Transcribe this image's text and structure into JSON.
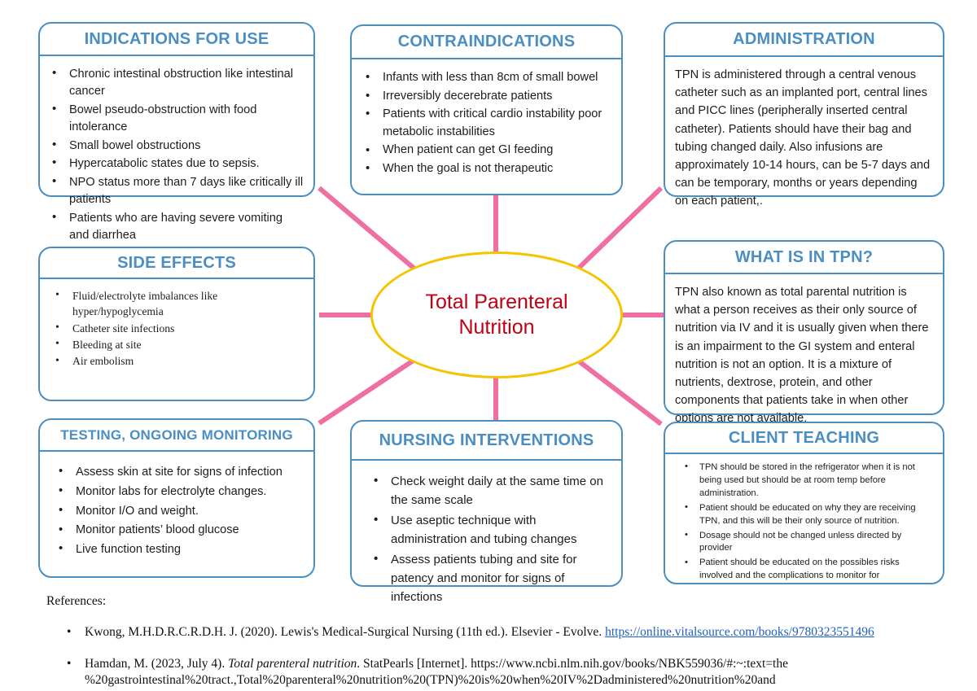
{
  "center": {
    "label": "Total Parenteral Nutrition",
    "border_color": "#f5c400",
    "text_color": "#c00013"
  },
  "theme": {
    "box_border_color": "#4a8ec2",
    "header_text_color": "#4a8ec2",
    "connector_color": "#ef6fa3",
    "link_color": "#1d5fc4"
  },
  "cards": {
    "indications": {
      "title": "INDICATIONS FOR USE",
      "items": [
        "Chronic intestinal obstruction like intestinal cancer",
        "Bowel pseudo-obstruction with food intolerance",
        "Small bowel obstructions",
        "Hypercatabolic states due to sepsis.",
        "NPO status more than 7 days like critically ill patients",
        "Patients who are having severe vomiting and diarrhea"
      ]
    },
    "contraindications": {
      "title": "CONTRAINDICATIONS",
      "items": [
        "Infants with less than 8cm of small bowel",
        "Irreversibly decerebrate patients",
        "Patients with critical cardio instability poor metabolic instabilities",
        "When patient can get GI feeding",
        "When the goal is not therapeutic"
      ]
    },
    "administration": {
      "title": "ADMINISTRATION",
      "paragraph": "TPN is administered through a central venous catheter such as an implanted port, central lines and PICC lines (peripherally inserted central catheter). Patients should have their bag and tubing changed daily. Also infusions are approximately 10-14 hours, can be 5-7 days and can be temporary, months or years depending on each patient,."
    },
    "side_effects": {
      "title": "SIDE EFFECTS",
      "items": [
        "Fluid/electrolyte imbalances like hyper/hypoglycemia",
        "Catheter site infections",
        "Bleeding at site",
        "Air embolism"
      ]
    },
    "what_is_in_tpn": {
      "title": "WHAT IS IN TPN?",
      "paragraph": "TPN also known as total parental nutrition is what a person receives as their only source of nutrition via IV and it is usually given when there is an impairment to the GI system and enteral nutrition is not an option.  It is a mixture of nutrients, dextrose, protein, and other components that patients take in when other options are not available."
    },
    "testing": {
      "title": "TESTING, ONGOING MONITORING",
      "items": [
        "Assess skin at site for signs of infection",
        "Monitor labs for electrolyte changes.",
        "Monitor I/O and weight.",
        "Monitor patients’ blood glucose",
        "Live function testing"
      ]
    },
    "nursing": {
      "title": "NURSING INTERVENTIONS",
      "items": [
        "Check weight daily at the same time on the same scale",
        "Use aseptic technique with administration and tubing changes",
        "Assess patients tubing and site for patency and monitor for signs of infections"
      ]
    },
    "client_teaching": {
      "title": "CLIENT TEACHING",
      "items": [
        "TPN should be stored in the refrigerator when it is not being used but should be at room temp before administration.",
        "Patient should be educated on why they are receiving TPN, and this will be their only source of nutrition.",
        "Dosage should not be changed unless directed by provider",
        "Patient should be educated on the possibles risks involved and the complications to monitor for"
      ]
    }
  },
  "references": {
    "heading": "References:",
    "items": [
      {
        "text_before": "Kwong, M.H.D.R.C.R.D.H. J. (2020). Lewis's Medical-Surgical Nursing (11th ed.). Elsevier - Evolve. ",
        "link": "https://online.vitalsource.com/books/9780323551496",
        "text_after": ""
      },
      {
        "author": "Hamdan, M. (2023, July 4). ",
        "italic_title": "Total parenteral nutrition",
        "text_after": ". StatPearls [Internet]. https://www.ncbi.nlm.nih.gov/books/NBK559036/#:~:text=the",
        "wrapped_line": "%20gastrointestinal%20tract.,Total%20parenteral%20nutrition%20(TPN)%20is%20when%20IV%2Dadministered%20nutrition%20and"
      }
    ]
  }
}
